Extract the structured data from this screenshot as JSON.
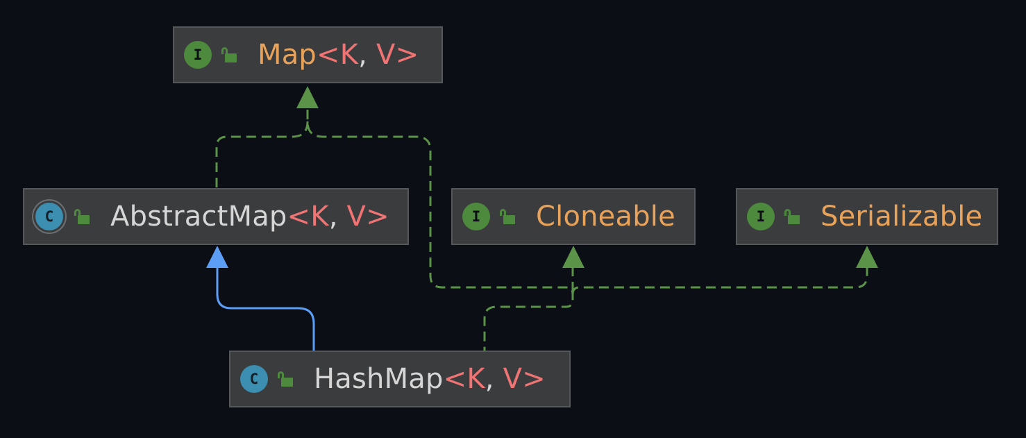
{
  "diagram": {
    "nodes": {
      "map": {
        "kind": "interface",
        "name": "Map",
        "type_params": [
          "K",
          "V"
        ]
      },
      "abstract_map": {
        "kind": "abstract-class",
        "name": "AbstractMap",
        "type_params": [
          "K",
          "V"
        ]
      },
      "cloneable": {
        "kind": "interface",
        "name": "Cloneable"
      },
      "serializable": {
        "kind": "interface",
        "name": "Serializable"
      },
      "hash_map": {
        "kind": "class",
        "name": "HashMap",
        "type_params": [
          "K",
          "V"
        ]
      }
    },
    "edges": [
      {
        "from": "abstract_map",
        "to": "map",
        "type": "implements"
      },
      {
        "from": "hash_map",
        "to": "map",
        "type": "implements"
      },
      {
        "from": "hash_map",
        "to": "cloneable",
        "type": "implements"
      },
      {
        "from": "hash_map",
        "to": "serializable",
        "type": "implements"
      },
      {
        "from": "hash_map",
        "to": "abstract_map",
        "type": "extends"
      }
    ],
    "icons": {
      "interface": "I",
      "class": "C",
      "visibility": "public-lock-icon"
    },
    "colors": {
      "background": "#0b0e15",
      "node_fill": "#3b3c3e",
      "interface_name": "#e8a25a",
      "class_name": "#d6d6d6",
      "type_param": "#f07474",
      "implements_edge": "#5b9349",
      "extends_edge": "#5c9ef5"
    }
  }
}
